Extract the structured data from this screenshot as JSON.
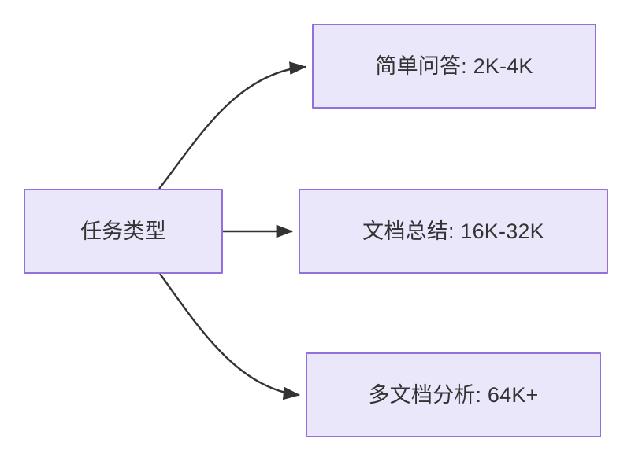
{
  "diagram": {
    "type": "flowchart",
    "direction": "left-to-right",
    "background_color": "#ffffff",
    "node_fill_color": "#eae7fb",
    "node_border_color": "#9370db",
    "node_text_color": "#333333",
    "edge_color": "#333333",
    "root": {
      "id": "root",
      "label": "任务类型"
    },
    "branches": [
      {
        "id": "simple-qa",
        "label": "简单问答: 2K-4K",
        "task": "简单问答",
        "context_range": "2K-4K",
        "edge_style": "curved"
      },
      {
        "id": "doc-summary",
        "label": "文档总结: 16K-32K",
        "task": "文档总结",
        "context_range": "16K-32K",
        "edge_style": "straight"
      },
      {
        "id": "multi-doc",
        "label": "多文档分析: 64K+",
        "task": "多文档分析",
        "context_range": "64K+",
        "edge_style": "curved"
      }
    ]
  }
}
